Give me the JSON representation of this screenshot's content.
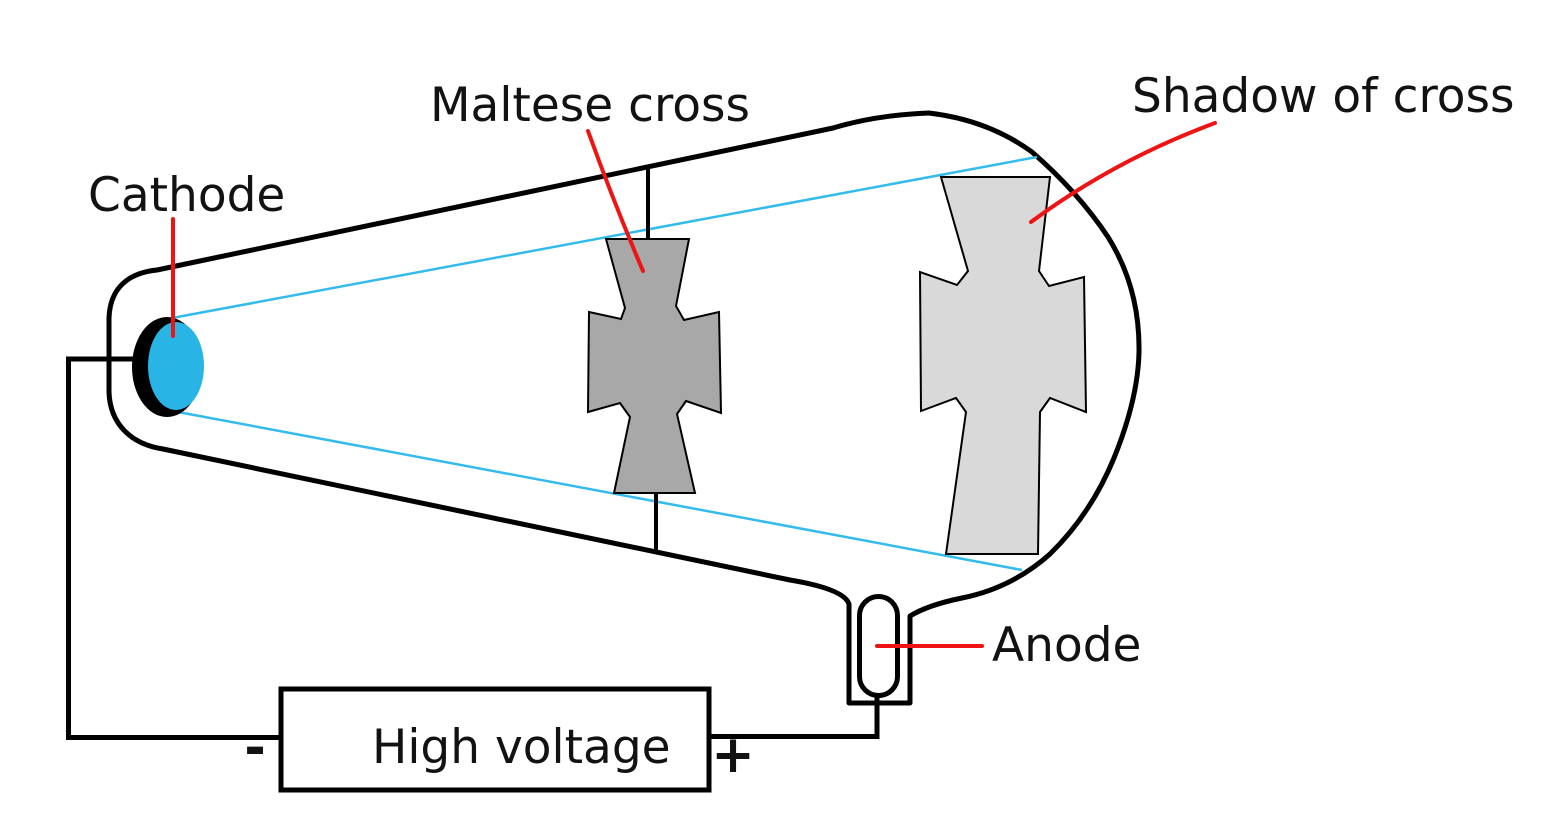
{
  "diagram": {
    "labels": {
      "cathode": "Cathode",
      "maltese_cross": "Maltese cross",
      "shadow_of_cross": "Shadow of cross",
      "anode": "Anode",
      "high_voltage": "High voltage",
      "negative_terminal": "-",
      "positive_terminal": "+"
    },
    "colors": {
      "outline": "#000000",
      "text_color": "#121212",
      "cathode_fill": "#29b4e6",
      "beam": "#33bbec",
      "cross_fill": "#a8a8a8",
      "shadow_fill": "#d9d9d9",
      "leader_line": "#ee1414"
    }
  }
}
